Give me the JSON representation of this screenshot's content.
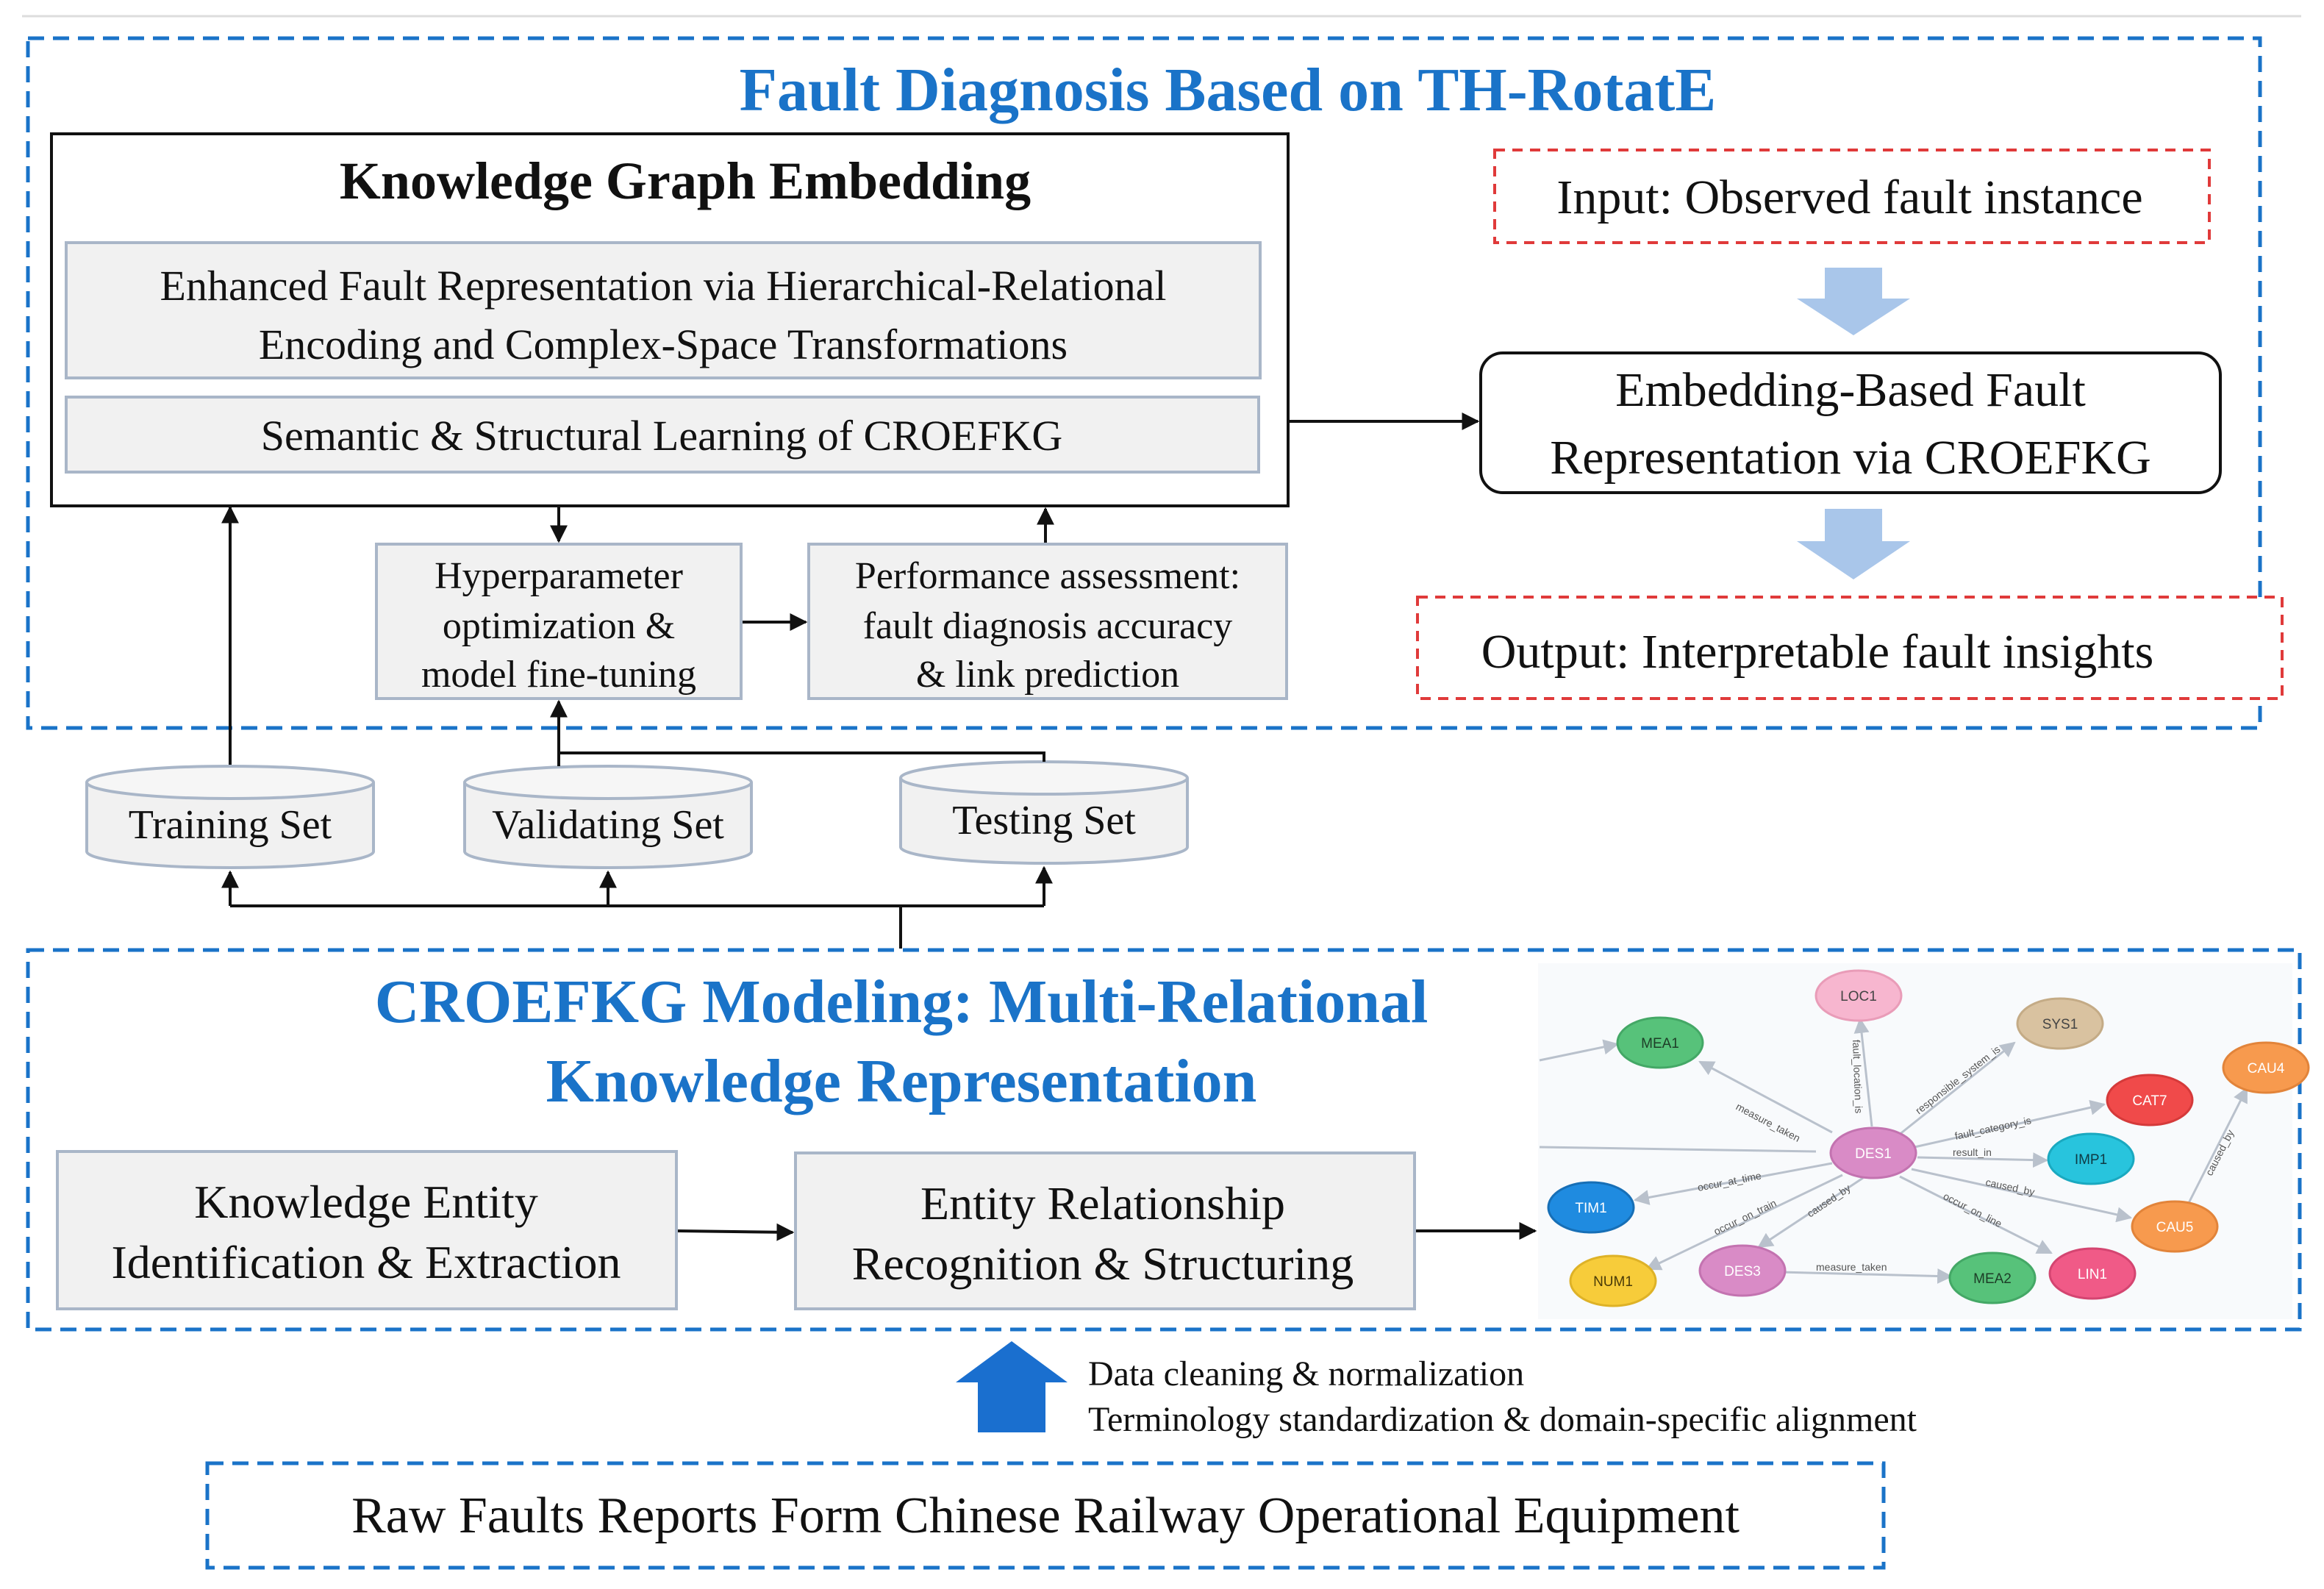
{
  "colors": {
    "accent_blue": "#1a73c8",
    "red_dash": "#e03a3a",
    "box_fill": "#f1f1f1",
    "box_border": "#a9b6c8",
    "arrow_light": "#a9c6ea",
    "arrow_dark": "#1a6fcf"
  },
  "top_section": {
    "title": "Fault Diagnosis Based on TH-RotatE",
    "kge": {
      "title": "Knowledge Graph Embedding",
      "box1_line1": "Enhanced Fault Representation via Hierarchical-Relational",
      "box1_line2": "Encoding and Complex-Space Transformations",
      "box2": "Semantic & Structural Learning of CROEFKG"
    },
    "hyper": [
      "Hyperparameter",
      "optimization &",
      "model fine-tuning"
    ],
    "perf": [
      "Performance assessment:",
      "fault diagnosis accuracy",
      "& link prediction"
    ],
    "input": "Input: Observed fault instance",
    "embed": [
      "Embedding-Based Fault",
      "Representation via CROEFKG"
    ],
    "output": "Output: Interpretable fault insights"
  },
  "datasets": {
    "training": "Training Set",
    "validating": "Validating Set",
    "testing": "Testing Set"
  },
  "bottom_section": {
    "title_line1": "CROEFKG Modeling: Multi-Relational",
    "title_line2": "Knowledge Representation",
    "entity": [
      "Knowledge Entity",
      "Identification & Extraction"
    ],
    "relation": [
      "Entity Relationship",
      "Recognition & Structuring"
    ]
  },
  "graph": {
    "nodes": [
      {
        "id": "DES1",
        "color": "#d98bc6"
      },
      {
        "id": "LOC1",
        "color": "#f7b6cf"
      },
      {
        "id": "SYS1",
        "color": "#d9c2a0"
      },
      {
        "id": "MEA1",
        "color": "#57c27a"
      },
      {
        "id": "CAT7",
        "color": "#f04a4a"
      },
      {
        "id": "CAU4",
        "color": "#f79a4e"
      },
      {
        "id": "IMP1",
        "color": "#28c4dd"
      },
      {
        "id": "TIM1",
        "color": "#1f8be0"
      },
      {
        "id": "CAU5",
        "color": "#f79a4e"
      },
      {
        "id": "NUM1",
        "color": "#f7cc3a"
      },
      {
        "id": "DES3",
        "color": "#d98bc6"
      },
      {
        "id": "MEA2",
        "color": "#57c27a"
      },
      {
        "id": "LIN1",
        "color": "#f05a87"
      }
    ],
    "edge_labels": {
      "measure_taken": "measure_taken",
      "fault_location_is": "fault_location_is",
      "responsible_system_is": "responsible_system_is",
      "fault_category_is": "fault_category_is",
      "result_in": "result_in",
      "occur_at_time": "occur_at_time",
      "occur_on_train": "occur_on_train",
      "caused_by": "caused_by",
      "occur_on_line": "occur_on_line"
    }
  },
  "data_processing": {
    "line1": "Data cleaning & normalization",
    "line2": "Terminology standardization & domain-specific alignment"
  },
  "raw": "Raw Faults Reports Form Chinese Railway Operational Equipment"
}
